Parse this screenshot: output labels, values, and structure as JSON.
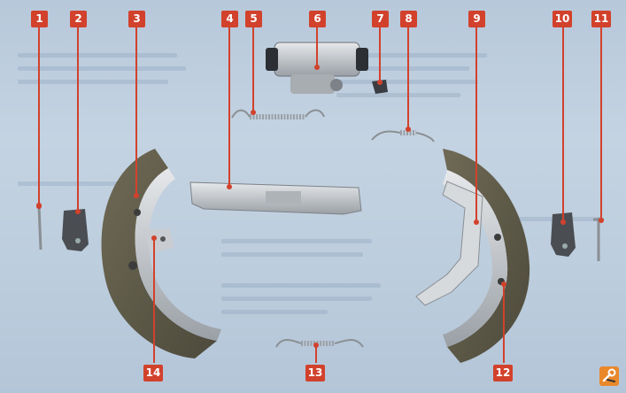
{
  "callouts": [
    {
      "id": "1",
      "label": "1"
    },
    {
      "id": "2",
      "label": "2"
    },
    {
      "id": "3",
      "label": "3"
    },
    {
      "id": "4",
      "label": "4"
    },
    {
      "id": "5",
      "label": "5"
    },
    {
      "id": "6",
      "label": "6"
    },
    {
      "id": "7",
      "label": "7"
    },
    {
      "id": "8",
      "label": "8"
    },
    {
      "id": "9",
      "label": "9"
    },
    {
      "id": "10",
      "label": "10"
    },
    {
      "id": "11",
      "label": "11"
    },
    {
      "id": "12",
      "label": "12"
    },
    {
      "id": "13",
      "label": "13"
    },
    {
      "id": "14",
      "label": "14"
    }
  ],
  "corner_icon": {
    "name": "tools-icon",
    "color": "#e9872b"
  },
  "colors": {
    "callout": "#d2412c",
    "background": "#bccddd"
  }
}
